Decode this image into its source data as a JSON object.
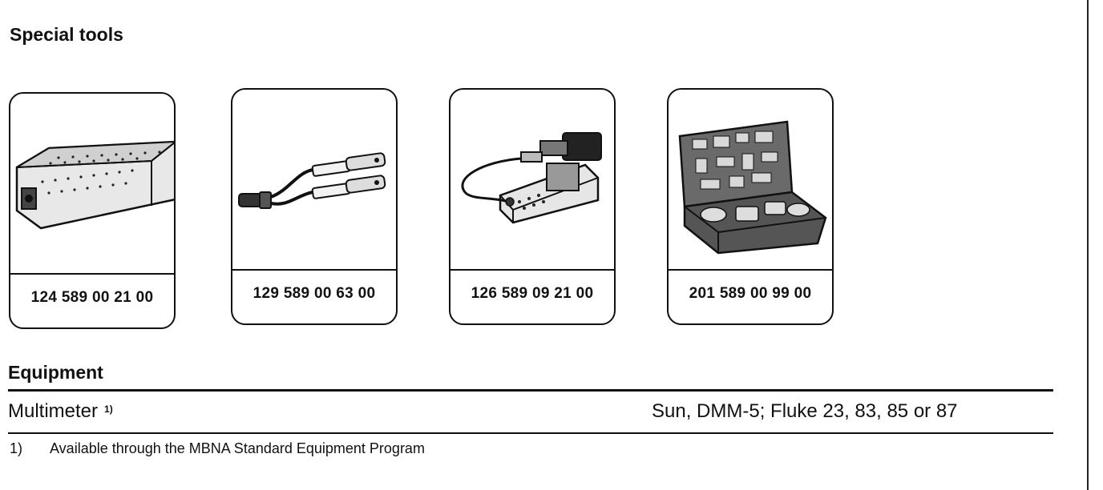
{
  "special_tools": {
    "heading": "Special tools",
    "tools": [
      {
        "part_number": "124 589 00 21 00",
        "icon": "socket-box-icon"
      },
      {
        "part_number": "129 589 00 63 00",
        "icon": "test-lead-adapter-icon"
      },
      {
        "part_number": "126 589 09 21 00",
        "icon": "test-adapter-icon"
      },
      {
        "part_number": "201 589 00 99 00",
        "icon": "tool-case-icon"
      }
    ]
  },
  "equipment": {
    "heading": "Equipment",
    "items": [
      {
        "name": "Multimeter",
        "footnote_ref": "1)",
        "value": "Sun, DMM-5; Fluke 23, 83, 85 or 87"
      }
    ]
  },
  "footnotes": [
    {
      "mark": "1)",
      "text": "Available through the MBNA Standard Equipment Program"
    }
  ]
}
